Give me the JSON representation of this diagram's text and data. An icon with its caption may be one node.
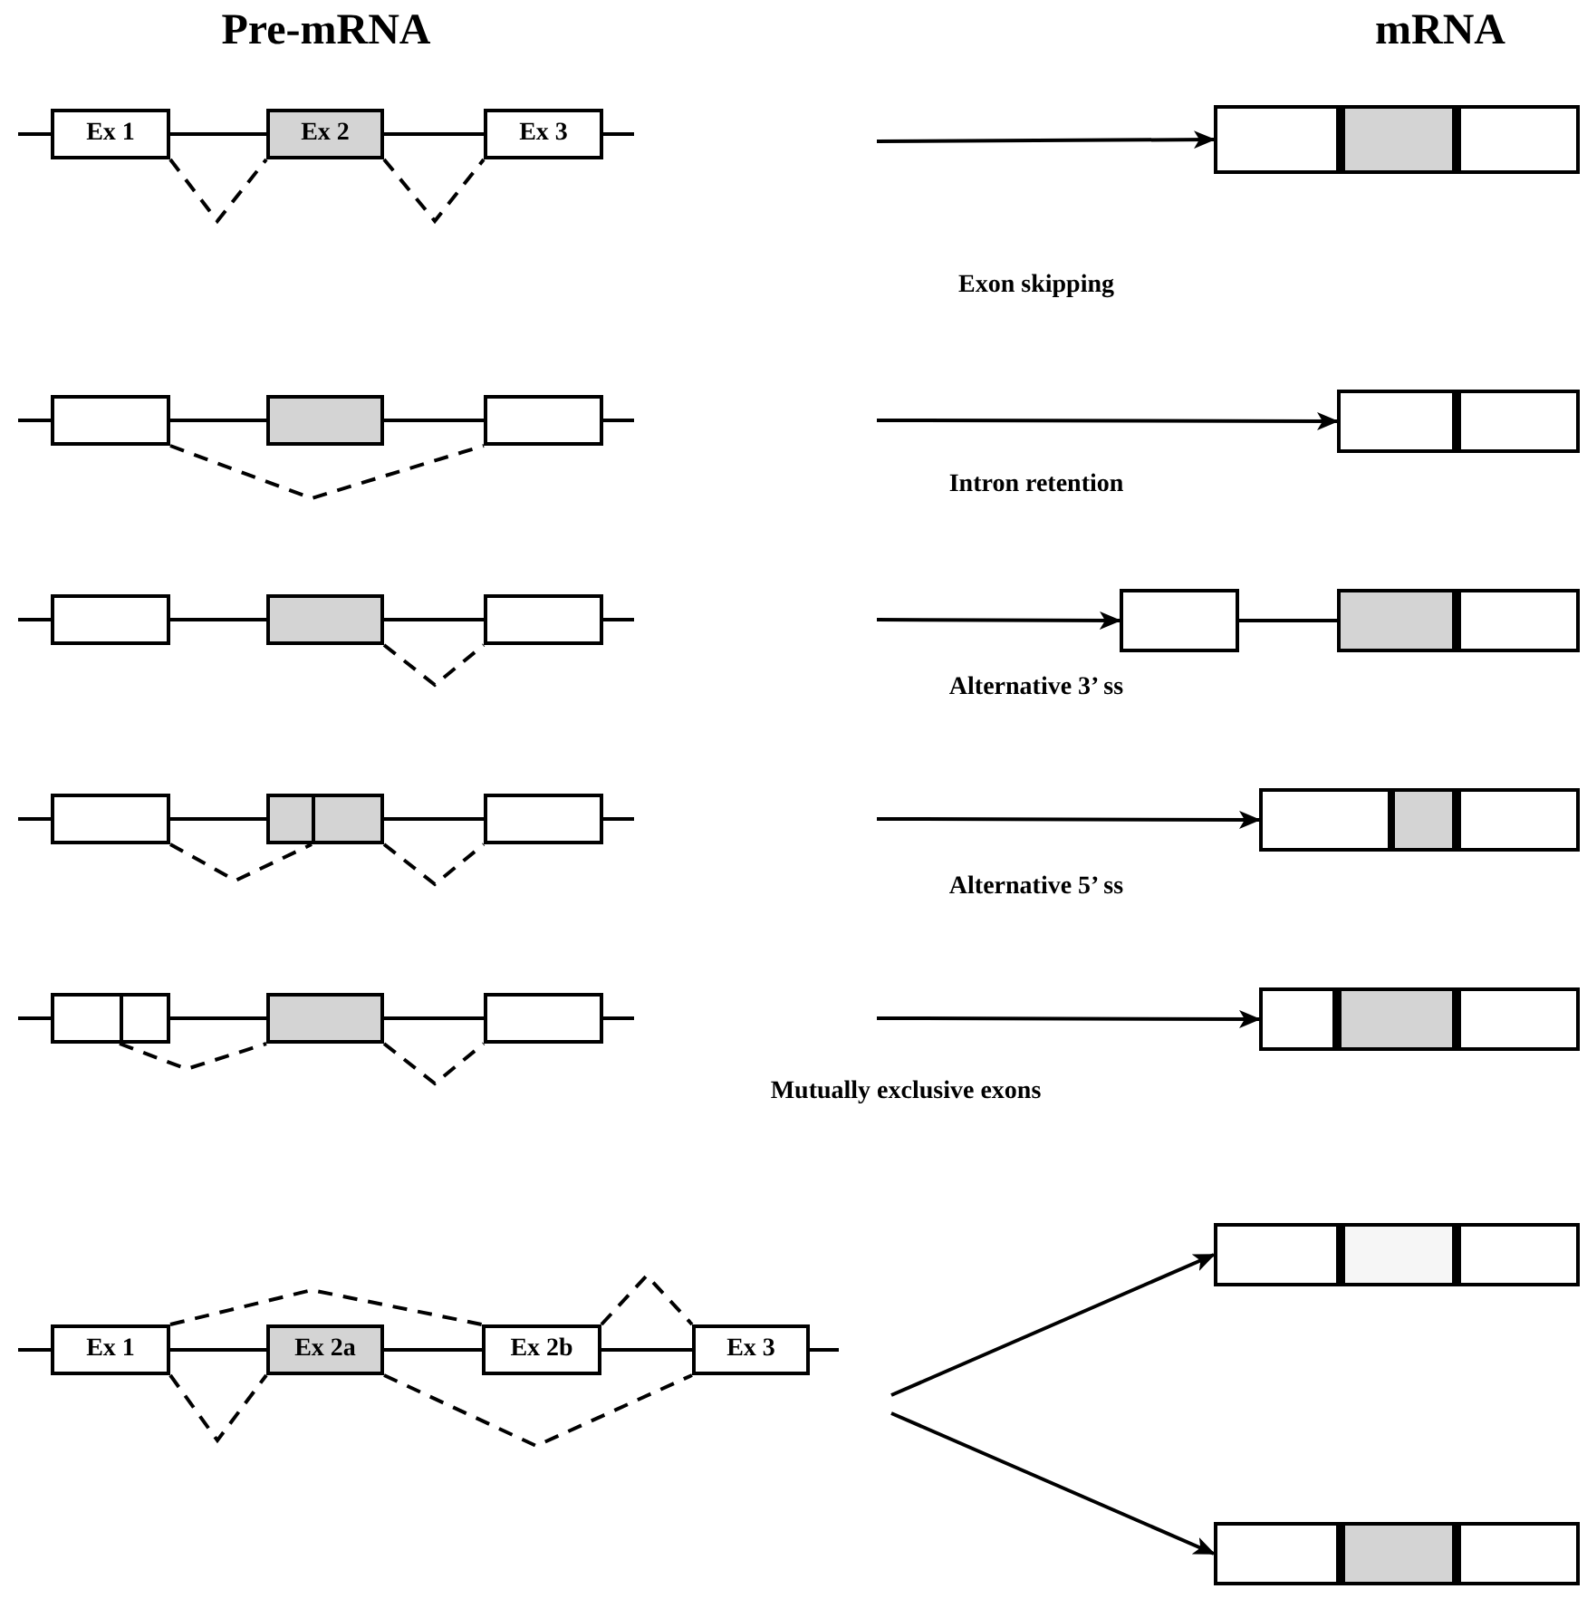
{
  "diagram": {
    "nodes": [
      {
        "text": [
          "Ex 1"
        ]
      },
      {
        "text": [
          "Ex 2"
        ]
      },
      {
        "text": [
          "Ex 3"
        ]
      },
      {
        "text": [],
        "shape": "bar"
      },
      {
        "text": [],
        "shape": "box"
      },
      {
        "text": [],
        "shape": "box"
      },
      {
        "text": [],
        "shape": "box"
      },
      {
        "text": [],
        "shape": "bar"
      },
      {
        "text": [],
        "shape": "box"
      },
      {
        "text": [],
        "shape": "box"
      },
      {
        "text": [],
        "shape": "box"
      },
      {
        "text": [],
        "shape": "bar"
      },
      {
        "text": [],
        "shape": "box"
      },
      {
        "text": [],
        "shape": "box"
      },
      {
        "text": [],
        "shape": "box"
      },
      {
        "text": [],
        "shape": "bar"
      },
      {
        "text": [],
        "shape": "box"
      },
      {
        "text": [],
        "shape": "box"
      },
      {
        "text": [],
        "shape": "box"
      },
      {
        "text": [],
        "shape": "bar"
      },
      {
        "text": [
          "Ex 1"
        ]
      },
      {
        "text": [
          "Ex 2a"
        ]
      },
      {
        "text": [
          "Ex 2b"
        ]
      },
      {
        "text": [
          "Ex 3"
        ]
      },
      {
        "text": [],
        "shape": "bar"
      },
      {
        "text": [],
        "shape": "bar"
      }
    ],
    "edges": [
      {
        "from": 0,
        "to": 1,
        "arrow": "none"
      },
      {
        "from": 1,
        "to": 2,
        "arrow": "none"
      },
      {
        "from": 0,
        "to": 1,
        "arrow": "none",
        "style": "dashed"
      },
      {
        "from": 1,
        "to": 2,
        "arrow": "none",
        "style": "dashed"
      },
      {
        "from": null,
        "to": 3,
        "arrow": "to"
      },
      {
        "from": 4,
        "to": 5,
        "arrow": "none"
      },
      {
        "from": 5,
        "to": 6,
        "arrow": "none"
      },
      {
        "from": 4,
        "to": 6,
        "arrow": "none",
        "style": "dashed"
      },
      {
        "from": null,
        "to": 7,
        "arrow": "to"
      },
      {
        "from": 8,
        "to": 9,
        "arrow": "none"
      },
      {
        "from": 9,
        "to": 10,
        "arrow": "none"
      },
      {
        "from": 9,
        "to": 10,
        "arrow": "none",
        "style": "dashed"
      },
      {
        "from": null,
        "to": 11,
        "arrow": "to"
      },
      {
        "from": 12,
        "to": 13,
        "arrow": "none"
      },
      {
        "from": 13,
        "to": 14,
        "arrow": "none"
      },
      {
        "from": 12,
        "to": 13,
        "arrow": "none",
        "style": "dashed"
      },
      {
        "from": 13,
        "to": 14,
        "arrow": "none",
        "style": "dashed"
      },
      {
        "from": null,
        "to": 15,
        "arrow": "to"
      },
      {
        "from": 16,
        "to": 17,
        "arrow": "none"
      },
      {
        "from": 17,
        "to": 18,
        "arrow": "none"
      },
      {
        "from": 16,
        "to": 17,
        "arrow": "none",
        "style": "dashed"
      },
      {
        "from": 17,
        "to": 18,
        "arrow": "none",
        "style": "dashed"
      },
      {
        "from": null,
        "to": 19,
        "arrow": "to"
      },
      {
        "from": 20,
        "to": 21,
        "arrow": "none"
      },
      {
        "from": 21,
        "to": 22,
        "arrow": "none"
      },
      {
        "from": 22,
        "to": 23,
        "arrow": "none"
      },
      {
        "from": 20,
        "to": 22,
        "arrow": "none",
        "style": "dashed"
      },
      {
        "from": 22,
        "to": 23,
        "arrow": "none",
        "style": "dashed"
      },
      {
        "from": 20,
        "to": 21,
        "arrow": "none",
        "style": "dashed"
      },
      {
        "from": 21,
        "to": 23,
        "arrow": "none",
        "style": "dashed"
      },
      {
        "from": null,
        "to": 24,
        "arrow": "to"
      },
      {
        "from": null,
        "to": 25,
        "arrow": "to"
      }
    ],
    "labels": [
      "Pre-mRNA",
      "mRNA",
      "Exon skipping",
      "Intron retention",
      "Alternative 3’ ss",
      "Alternative 5’ ss",
      "Mutually exclusive exons"
    ]
  }
}
